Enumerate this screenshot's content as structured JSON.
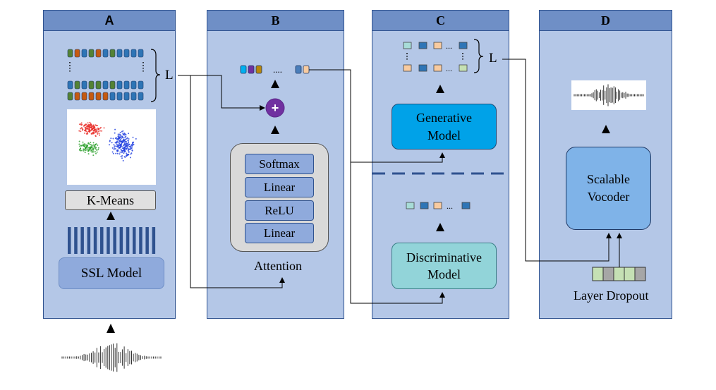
{
  "panels": [
    {
      "id": "A",
      "header": "A"
    },
    {
      "id": "B",
      "header": "B"
    },
    {
      "id": "C",
      "header": "C"
    },
    {
      "id": "D",
      "header": "D"
    }
  ],
  "panel_a": {
    "kmeans_label": "K-Means",
    "ssl_model_label": "SSL Model",
    "layer_bracket_label": "L"
  },
  "panel_b": {
    "layers": [
      "Softmax",
      "Linear",
      "ReLU",
      "Linear"
    ],
    "attention_label": "Attention",
    "plus_symbol": "+",
    "ellipsis": "...."
  },
  "panel_c": {
    "generative_label": "Generative Model",
    "discriminative_label": "Discriminative Model",
    "layer_bracket_label": "L",
    "ellipsis": "..."
  },
  "panel_d": {
    "vocoder_label": "Scalable Vocoder",
    "layer_dropout_label": "Layer Dropout"
  },
  "colors": {
    "panel_fill": "#b4c7e7",
    "panel_header": "#6f8fc6",
    "panel_border": "#2f528f",
    "ssl_model": "#8faadc",
    "kmeans": "#e0e0e0",
    "attention_outer": "#d9d9d9",
    "attention_layer": "#8faadc",
    "generative": "#00a2e8",
    "discriminative": "#92d4d9",
    "vocoder": "#7fb3e8",
    "plus": "#7030a0",
    "token_orange": "#f8cba0",
    "token_blue": "#2e75b6",
    "token_teal": "#a7dcd7",
    "token_green": "#c5e0b4"
  }
}
